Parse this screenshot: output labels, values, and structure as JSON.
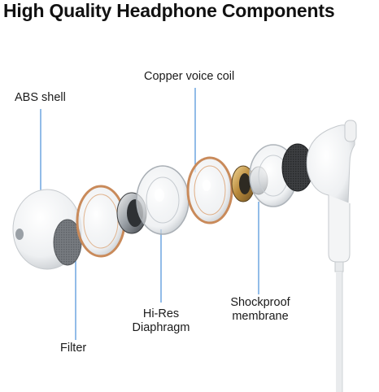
{
  "title": "High Quality Headphone Components",
  "labels": {
    "copper_voice_coil": "Copper voice coil",
    "abs_shell": "ABS shell",
    "hi_res_line1": "Hi-Res",
    "hi_res_line2": "Diaphragm",
    "shockproof_line1": "Shockproof",
    "shockproof_line2": "membrane",
    "filter": "Filter"
  },
  "colors": {
    "leader_line": "#4a90d9",
    "copper": "#c98a5a",
    "filter_mesh": "#6f7377"
  }
}
